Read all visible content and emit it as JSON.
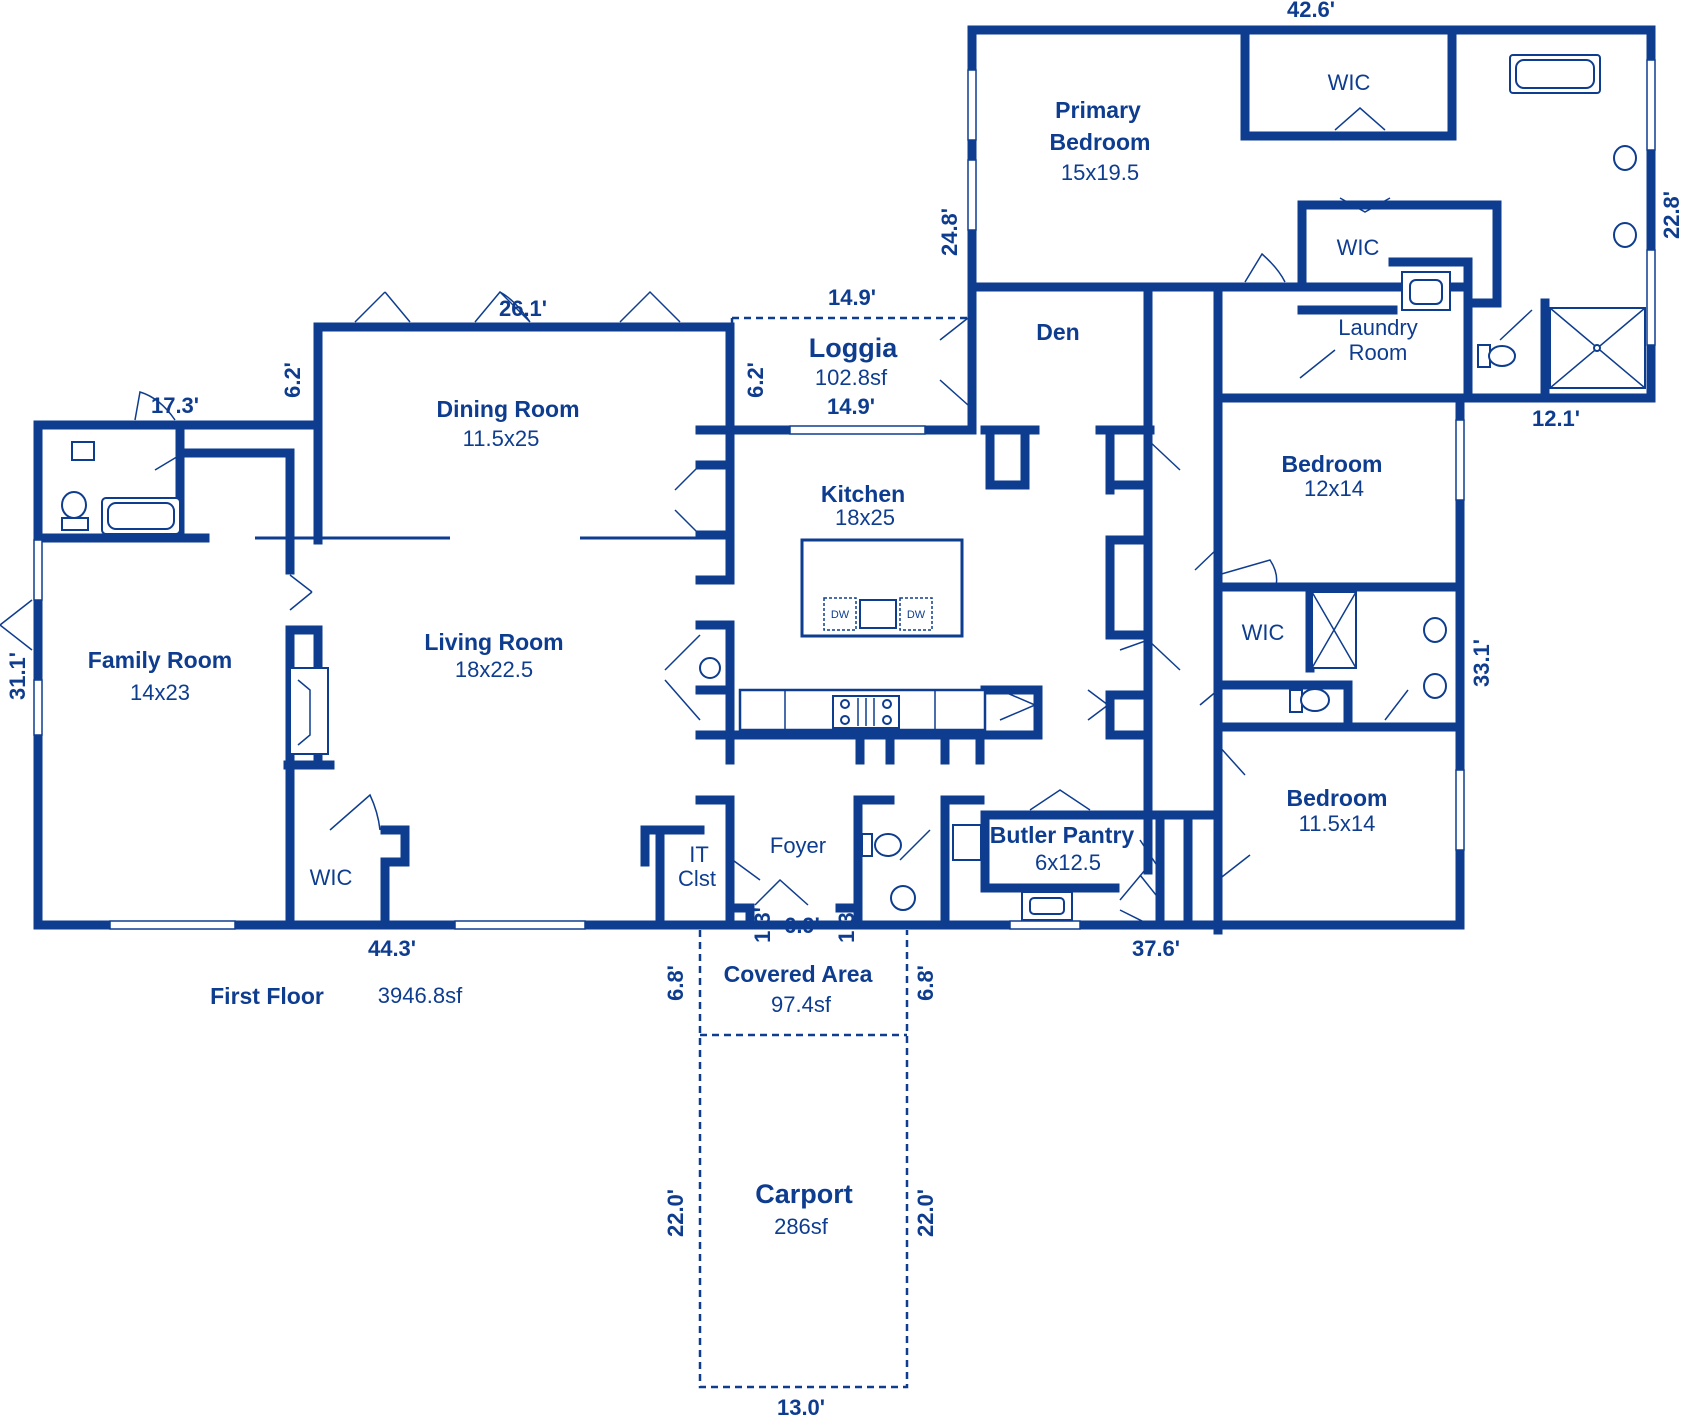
{
  "floor": {
    "name": "First Floor",
    "area": "3946.8sf"
  },
  "rooms": {
    "primary_bedroom": {
      "name1": "Primary",
      "name2": "Bedroom",
      "size": "15x19.5"
    },
    "wic_primary": {
      "name": "WIC"
    },
    "wic_primary2": {
      "name": "WIC"
    },
    "laundry": {
      "name1": "Laundry",
      "name2": "Room"
    },
    "den": {
      "name": "Den"
    },
    "loggia": {
      "name": "Loggia",
      "size": "102.8sf"
    },
    "dining_room": {
      "name": "Dining Room",
      "size": "11.5x25"
    },
    "kitchen": {
      "name": "Kitchen",
      "size": "18x25"
    },
    "living_room": {
      "name": "Living Room",
      "size": "18x22.5"
    },
    "family_room": {
      "name": "Family Room",
      "size": "14x23"
    },
    "wic_family": {
      "name": "WIC"
    },
    "it_closet": {
      "name1": "IT",
      "name2": "Clst"
    },
    "foyer": {
      "name": "Foyer"
    },
    "butler_pantry": {
      "name": "Butler Pantry",
      "size": "6x12.5"
    },
    "bedroom_a": {
      "name": "Bedroom",
      "size": "12x14"
    },
    "wic_bedroom": {
      "name": "WIC"
    },
    "bedroom_b": {
      "name": "Bedroom",
      "size": "11.5x14"
    },
    "covered_area": {
      "name": "Covered Area",
      "size": "97.4sf"
    },
    "carport": {
      "name": "Carport",
      "size": "286sf"
    }
  },
  "dimensions": {
    "top_primary": "42.6'",
    "right_primary": "22.8'",
    "left_primary": "24.8'",
    "bath_bottom": "12.1'",
    "loggia_top": "14.9'",
    "loggia_bottom": "14.9'",
    "loggia_side": "6.2'",
    "dining_top": "26.1'",
    "dining_left": "6.2'",
    "bath_top": "17.3'",
    "family_left": "31.1'",
    "bottom_left": "44.3'",
    "bottom_right": "37.6'",
    "bedroom_right": "33.1'",
    "entry_width": "6.9'",
    "entry_left": "1.3'",
    "entry_right": "1.3'",
    "covered_left": "6.8'",
    "covered_right": "6.8'",
    "carport_left": "22.0'",
    "carport_right": "22.0'",
    "carport_bottom": "13.0'"
  },
  "appliances": {
    "dishwasher": "DW"
  },
  "colors": {
    "wall": "#0e3d8f",
    "background": "#ffffff"
  }
}
